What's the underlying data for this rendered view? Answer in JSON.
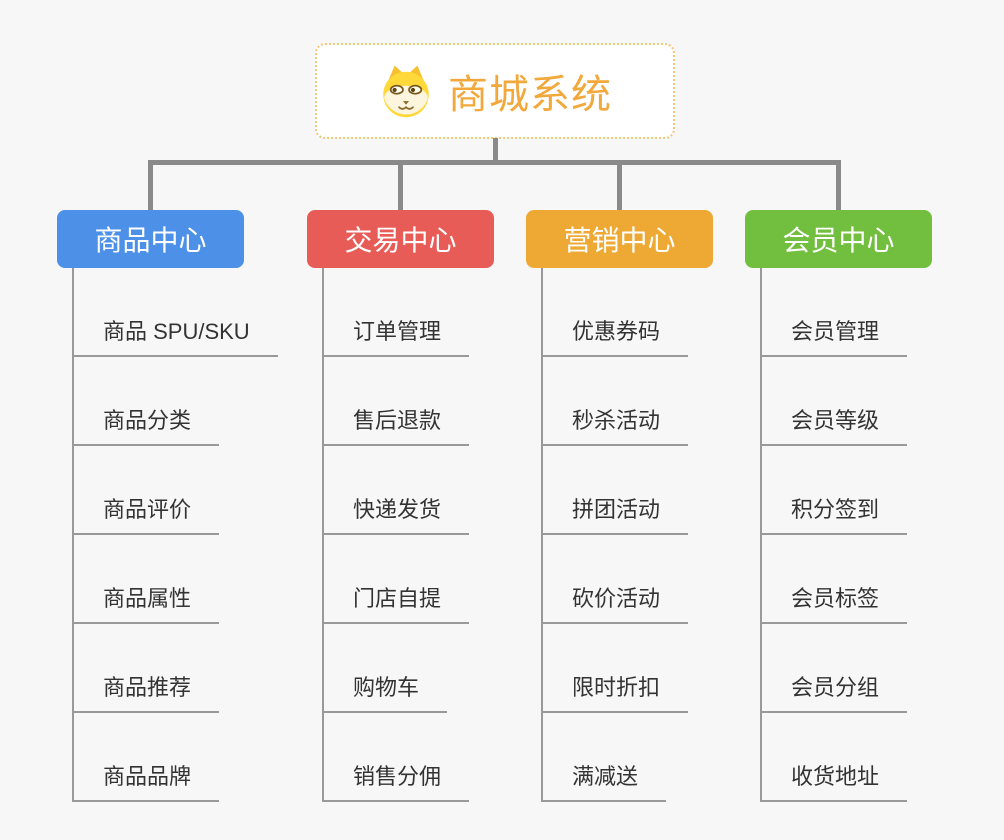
{
  "page": {
    "background": "#f7f7f7",
    "connector_color": "#8a8a8a",
    "leaf_line_color": "#999999",
    "leaf_text_color": "#333333"
  },
  "root": {
    "title": "商城系统",
    "icon": "dog-face-icon",
    "text_color": "#f2a83b",
    "border_color": "#f6c675"
  },
  "branches": [
    {
      "label": "商品中心",
      "color": "#4d90e8",
      "children": [
        "商品 SPU/SKU",
        "商品分类",
        "商品评价",
        "商品属性",
        "商品推荐",
        "商品品牌"
      ]
    },
    {
      "label": "交易中心",
      "color": "#e85c58",
      "children": [
        "订单管理",
        "售后退款",
        "快递发货",
        "门店自提",
        "购物车",
        "销售分佣"
      ]
    },
    {
      "label": "营销中心",
      "color": "#eda933",
      "children": [
        "优惠券码",
        "秒杀活动",
        "拼团活动",
        "砍价活动",
        "限时折扣",
        "满减送"
      ]
    },
    {
      "label": "会员中心",
      "color": "#72bf40",
      "children": [
        "会员管理",
        "会员等级",
        "积分签到",
        "会员标签",
        "会员分组",
        "收货地址"
      ]
    }
  ]
}
